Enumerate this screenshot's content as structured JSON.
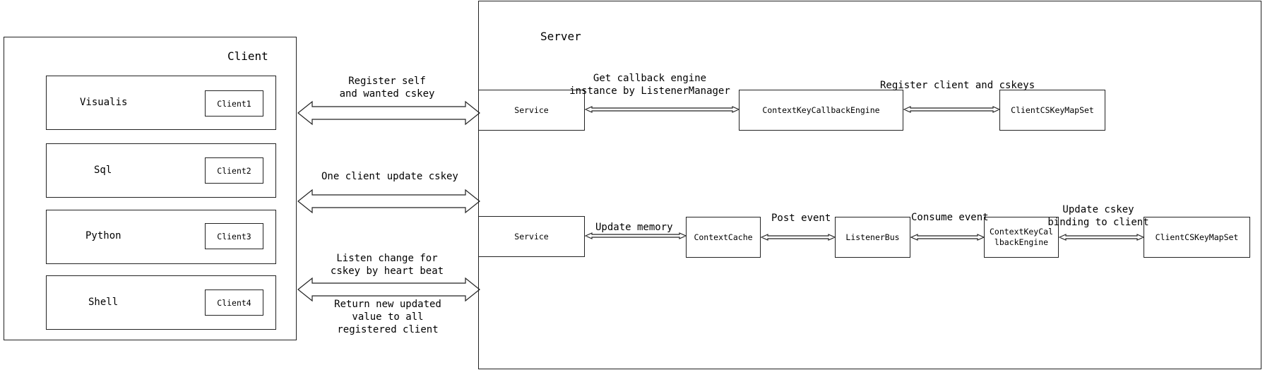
{
  "client": {
    "title": "Client",
    "rows": [
      {
        "name": "Visualis",
        "tag": "Client1"
      },
      {
        "name": "Sql",
        "tag": "Client2"
      },
      {
        "name": "Python",
        "tag": "Client3"
      },
      {
        "name": "Shell",
        "tag": "Client4"
      }
    ]
  },
  "server": {
    "title": "Server",
    "row1": {
      "service": "Service",
      "get_callback_label": "Get callback engine instance by ListenerManager",
      "engine": "ContextKeyCallbackEngine",
      "register_label": "Register client and cskeys",
      "mapset": "ClientCSKeyMapSet"
    },
    "row2": {
      "service": "Service",
      "update_memory_label": "Update memory",
      "cache": "ContextCache",
      "post_event_label": "Post event",
      "bus": "ListenerBus",
      "consume_event_label": "Consume event",
      "engine": "ContextKeyCallbackEngine",
      "update_binding_label": "Update cskey binding to client",
      "mapset": "ClientCSKeyMapSet"
    }
  },
  "links": {
    "register_self": "Register self and wanted cskey",
    "one_client_update": "One client update cskey",
    "listen_change": "Listen change for cskey by heart beat",
    "return_new": "Return new updated value to all registered client"
  }
}
